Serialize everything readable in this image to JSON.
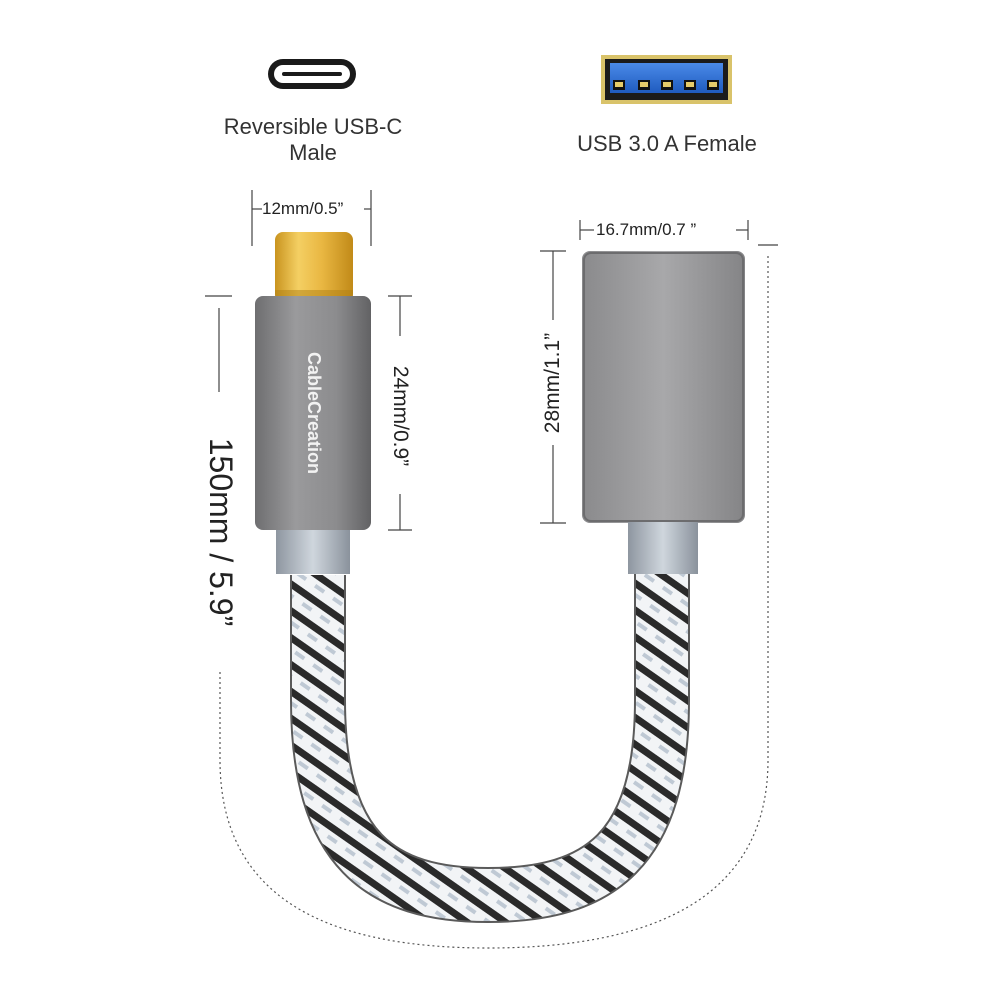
{
  "connectors": {
    "left": {
      "label_line1": "Reversible USB-C",
      "label_line2": "Male",
      "icon": "usb-c-port-icon"
    },
    "right": {
      "label": "USB 3.0 A Female",
      "icon": "usb-a-port-icon"
    }
  },
  "brand": {
    "text": "CableCreation"
  },
  "dimensions": {
    "usb_c_tip_width": "12mm/0.5”",
    "usb_c_housing_length": "24mm/0.9”",
    "cable_length": "150mm / 5.9”",
    "usb_a_width": "16.7mm/0.7 ”",
    "usb_a_length": "28mm/1.1”"
  },
  "colors": {
    "gold_connector": "#e8b740",
    "housing_gray": "#8a8a8c",
    "braid_dark": "#2a2a2a",
    "braid_light": "#f2f4f6",
    "usb_blue": "#2f6fd1"
  }
}
